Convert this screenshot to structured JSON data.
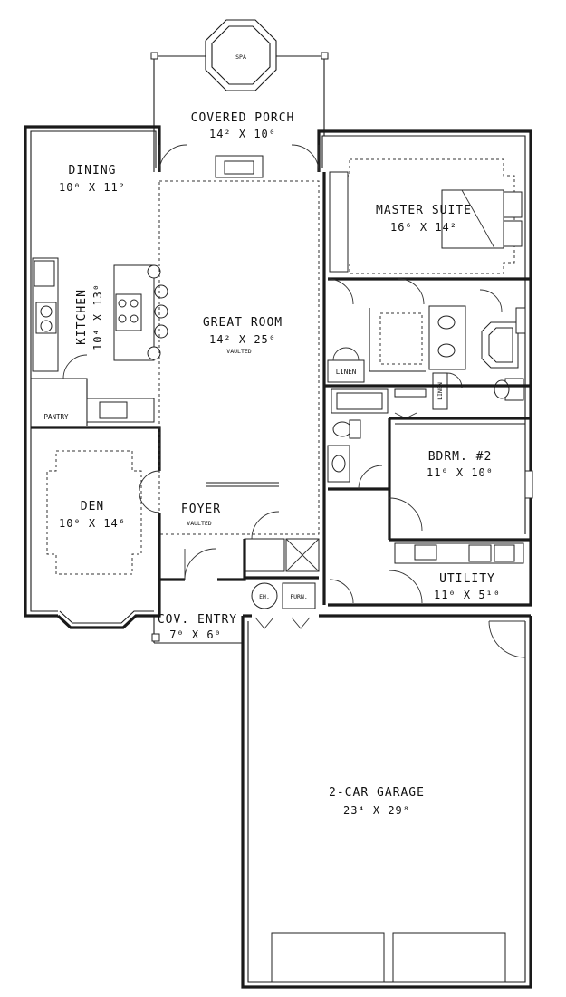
{
  "rooms": {
    "spa": {
      "name": "SPA"
    },
    "covered_porch": {
      "name": "COVERED PORCH",
      "dims": "14² X 10⁰"
    },
    "dining": {
      "name": "DINING",
      "dims": "10⁰ X 11²"
    },
    "kitchen": {
      "name": "KITCHEN",
      "dims": "10⁴ X 13⁰"
    },
    "pantry": {
      "name": "PANTRY"
    },
    "great_room": {
      "name": "GREAT ROOM",
      "dims": "14² X 25⁰",
      "note": "VAULTED"
    },
    "master_suite": {
      "name": "MASTER SUITE",
      "dims": "16⁶ X 14²"
    },
    "linen_1": {
      "name": "LINEN"
    },
    "linen_2": {
      "name": "LINEN"
    },
    "bedroom_2": {
      "name": "BDRM. #2",
      "dims": "11⁰ X 10⁰"
    },
    "den": {
      "name": "DEN",
      "dims": "10⁰ X 14⁶"
    },
    "foyer": {
      "name": "FOYER",
      "note": "VAULTED"
    },
    "utility": {
      "name": "UTILITY",
      "dims": "11⁰ X 5¹⁰"
    },
    "cov_entry": {
      "name": "COV. ENTRY",
      "dims": "7⁰ X 6⁰"
    },
    "garage": {
      "name": "2-CAR GARAGE",
      "dims": "23⁴ X 29⁸"
    }
  },
  "fixtures": {
    "water_heater": "EH.",
    "furnace": "FURN."
  }
}
